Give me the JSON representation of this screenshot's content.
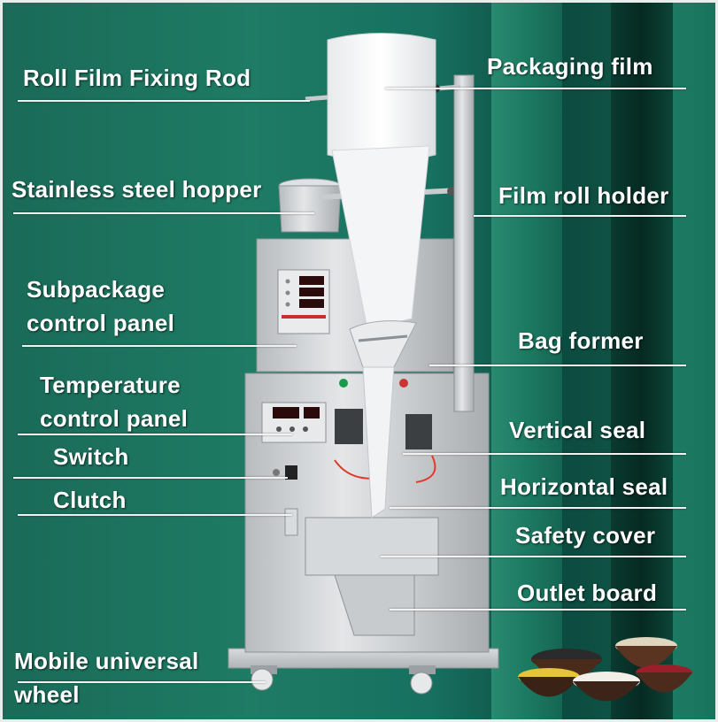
{
  "labels": {
    "roll_film_fixing_rod": "Roll Film Fixing Rod",
    "packaging_film": "Packaging film",
    "stainless_steel_hopper": "Stainless steel hopper",
    "film_roll_holder": "Film roll holder",
    "subpackage_control_panel_1": "Subpackage",
    "subpackage_control_panel_2": "control panel",
    "bag_former": "Bag former",
    "temperature_control_panel_1": "Temperature",
    "temperature_control_panel_2": "control panel",
    "vertical_seal": "Vertical seal",
    "switch": "Switch",
    "horizontal_seal": "Horizontal seal",
    "clutch": "Clutch",
    "safety_cover": "Safety cover",
    "outlet_board": "Outlet board",
    "mobile_universal_wheel_1": "Mobile universal",
    "mobile_universal_wheel_2": "wheel"
  },
  "colors": {
    "background": "#1e7b64",
    "label_text": "#ffffff",
    "machine_steel": "#cfd3d6",
    "display_red": "#ff3030"
  }
}
